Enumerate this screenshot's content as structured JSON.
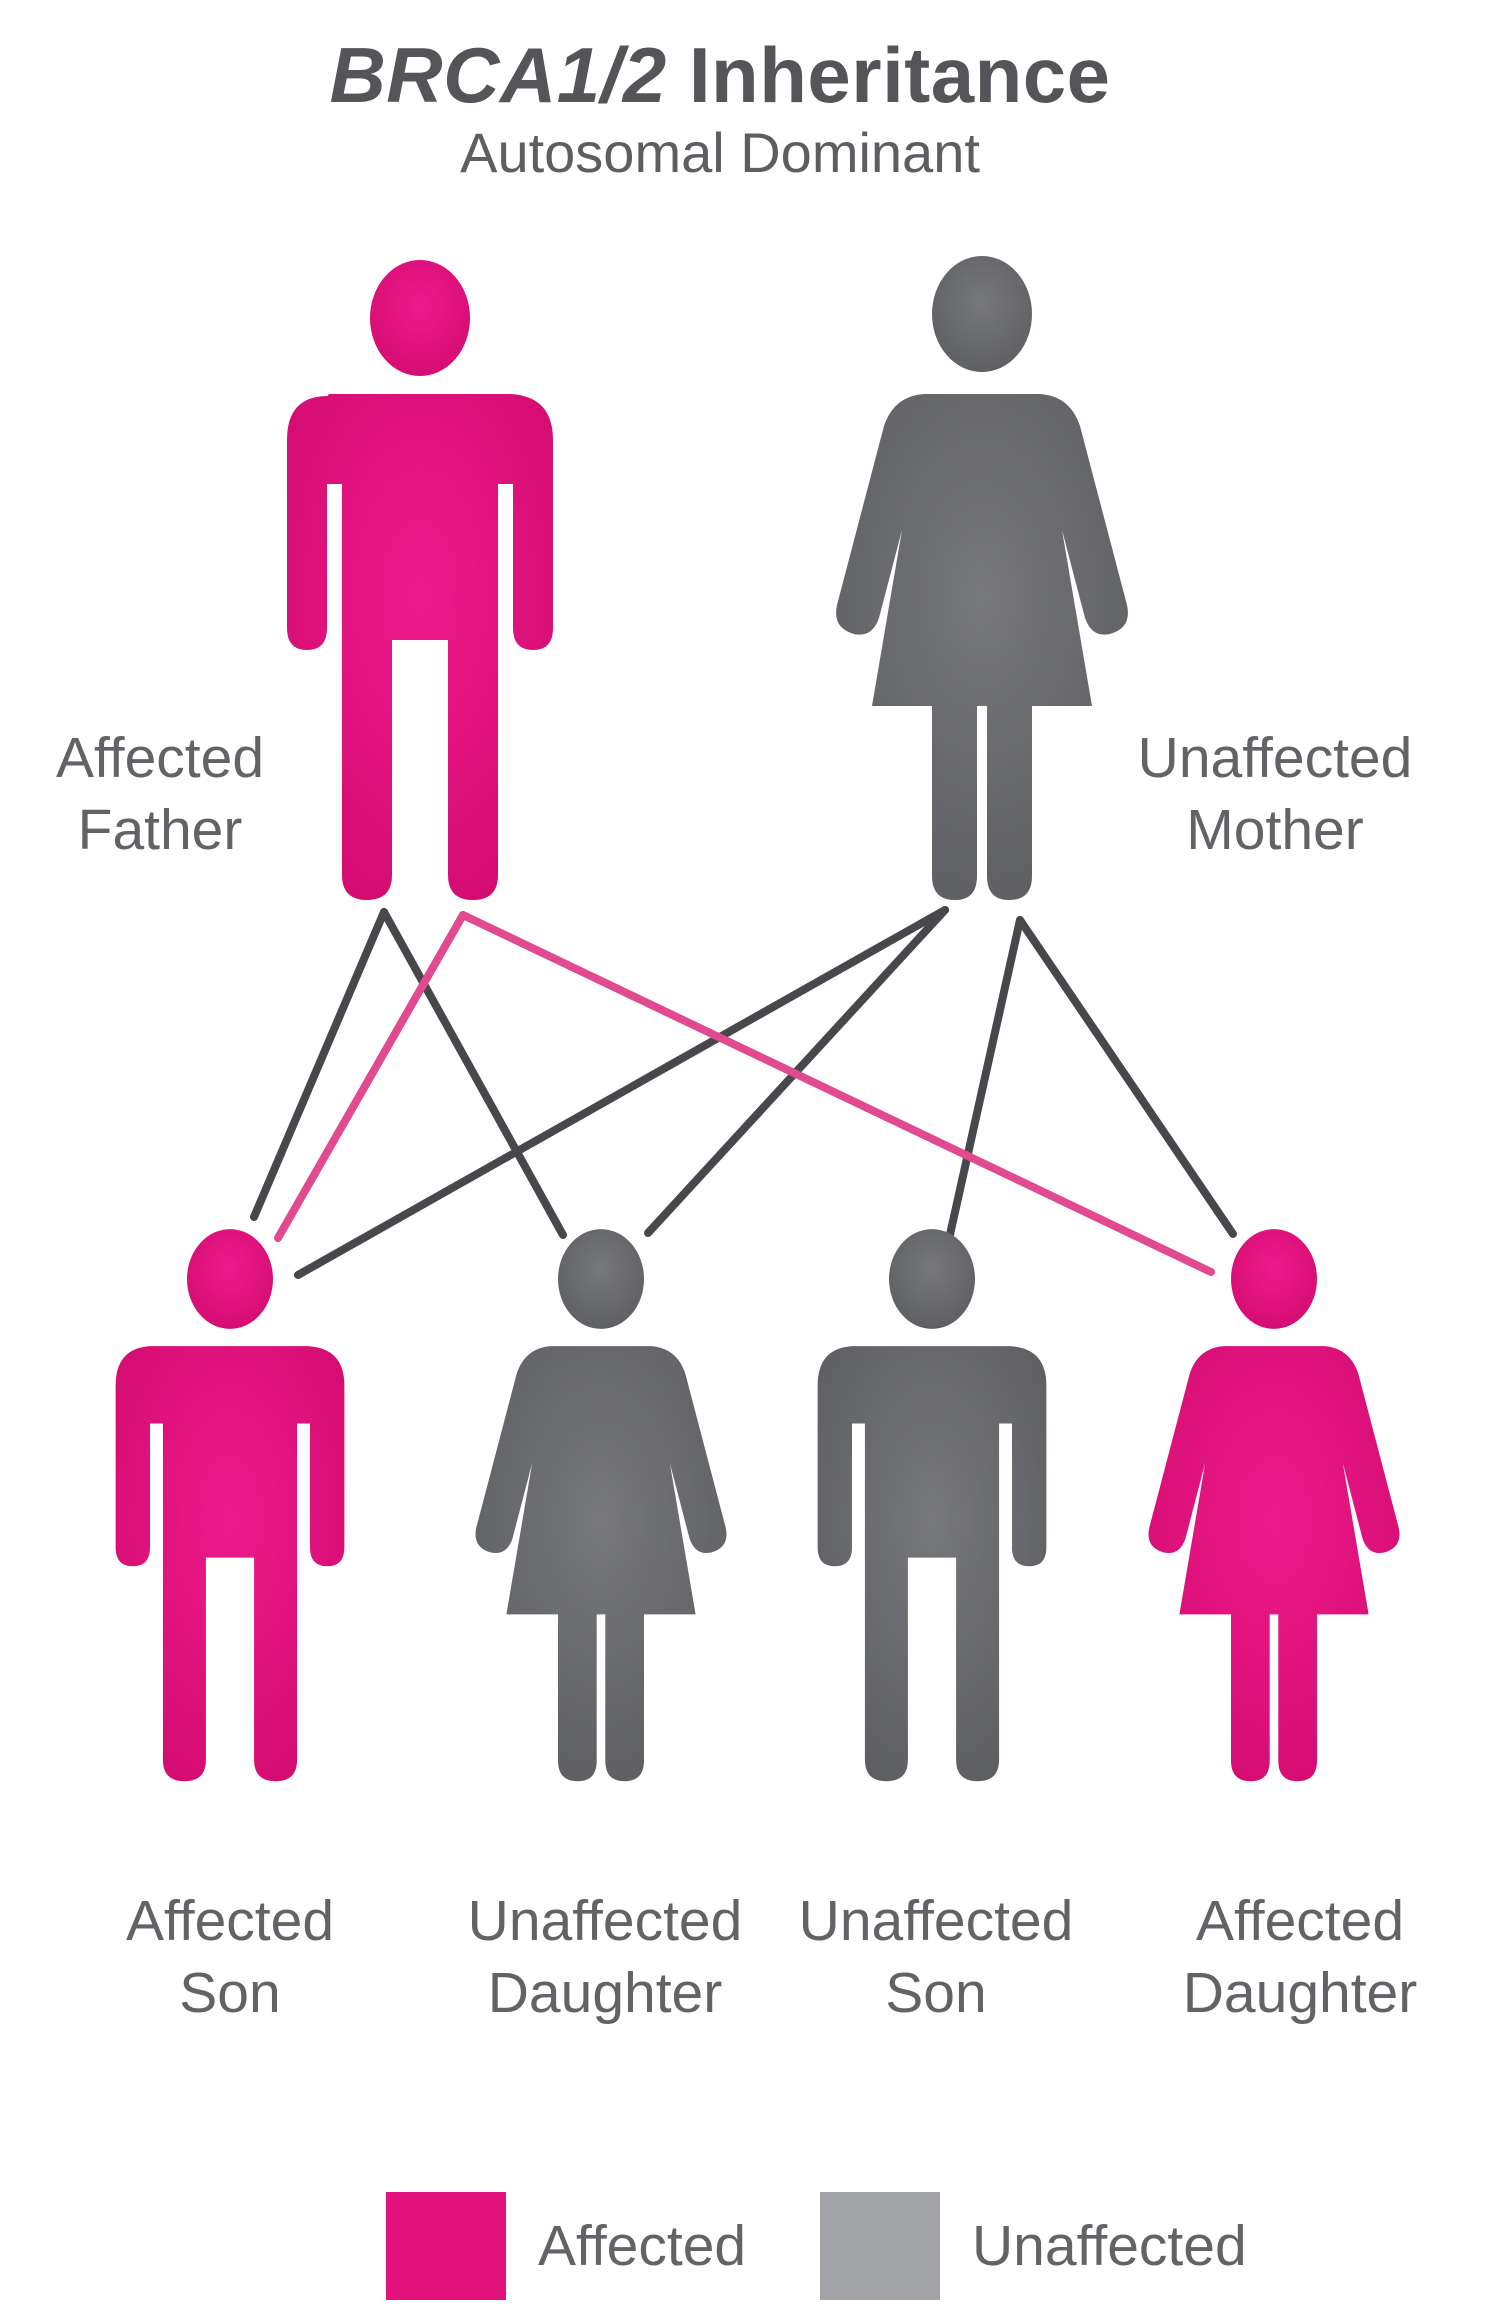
{
  "header": {
    "title_italic": "BRCA1/2",
    "title_rest": "Inheritance",
    "subtitle": "Autosomal Dominant"
  },
  "colors": {
    "affected": "#e3137d",
    "unaffected": "#65666a",
    "legend_unaffected": "#a2a3a7",
    "line_dark": "#47484b",
    "line_pink": "#e24a8f"
  },
  "parents": {
    "father": {
      "line1": "Affected",
      "line2": "Father",
      "status": "affected"
    },
    "mother": {
      "line1": "Unaffected",
      "line2": "Mother",
      "status": "unaffected"
    }
  },
  "children": [
    {
      "line1": "Affected",
      "line2": "Son",
      "status": "affected"
    },
    {
      "line1": "Unaffected",
      "line2": "Daughter",
      "status": "unaffected"
    },
    {
      "line1": "Unaffected",
      "line2": "Son",
      "status": "unaffected"
    },
    {
      "line1": "Affected",
      "line2": "Daughter",
      "status": "affected"
    }
  ],
  "legend": {
    "affected_label": "Affected",
    "unaffected_label": "Unaffected"
  }
}
